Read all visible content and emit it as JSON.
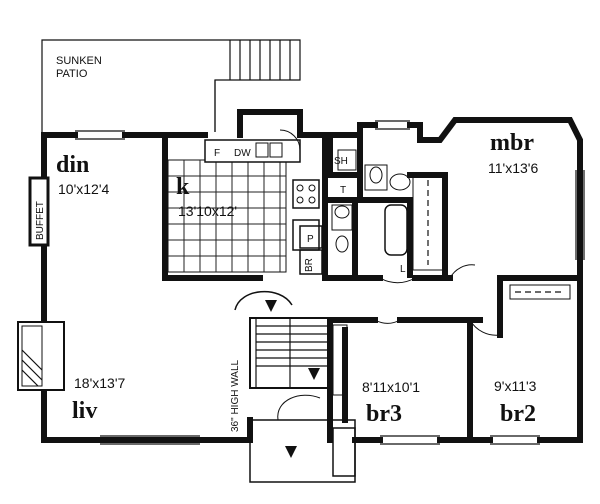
{
  "labels": {
    "patio_line1": "SUNKEN",
    "patio_line2": "PATIO",
    "buffet": "BUFFET",
    "high_wall": "36\" HIGH WALL"
  },
  "rooms": {
    "din": {
      "name": "din",
      "dim": "10'x12'4"
    },
    "k": {
      "name": "k",
      "dim": "13'10x12'"
    },
    "mbr": {
      "name": "mbr",
      "dim": "11'x13'6"
    },
    "liv": {
      "name": "liv",
      "dim": "18'x13'7"
    },
    "br3": {
      "name": "br3",
      "dim": "8'11x10'1"
    },
    "br2": {
      "name": "br2",
      "dim": "9'x11'3"
    }
  },
  "fixtures": {
    "f": "F",
    "dw": "DW",
    "sh": "SH",
    "t": "T",
    "p": "P",
    "br": "BR",
    "l": "L"
  }
}
